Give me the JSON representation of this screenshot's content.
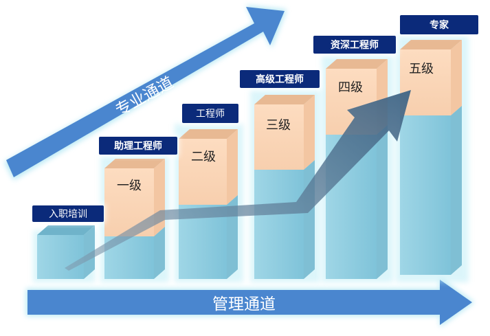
{
  "career_ladder": {
    "professional_track": "专业通道",
    "management_track": "管理通道",
    "steps": [
      {
        "title": "入职培训",
        "level": ""
      },
      {
        "title": "助理工程师",
        "level": "一级"
      },
      {
        "title": "工程师",
        "level": "二级"
      },
      {
        "title": "高级工程师",
        "level": "三级"
      },
      {
        "title": "资深工程师",
        "level": "四级"
      },
      {
        "title": "专家",
        "level": "五级"
      }
    ],
    "colors": {
      "arrow_blue": "#4a86cf",
      "pillar_blue": "#8ecfe2",
      "block_peach": "#fad7b8",
      "badge_navy": "#0b2a7a",
      "trend_arrow": "#4d6f8c"
    }
  }
}
